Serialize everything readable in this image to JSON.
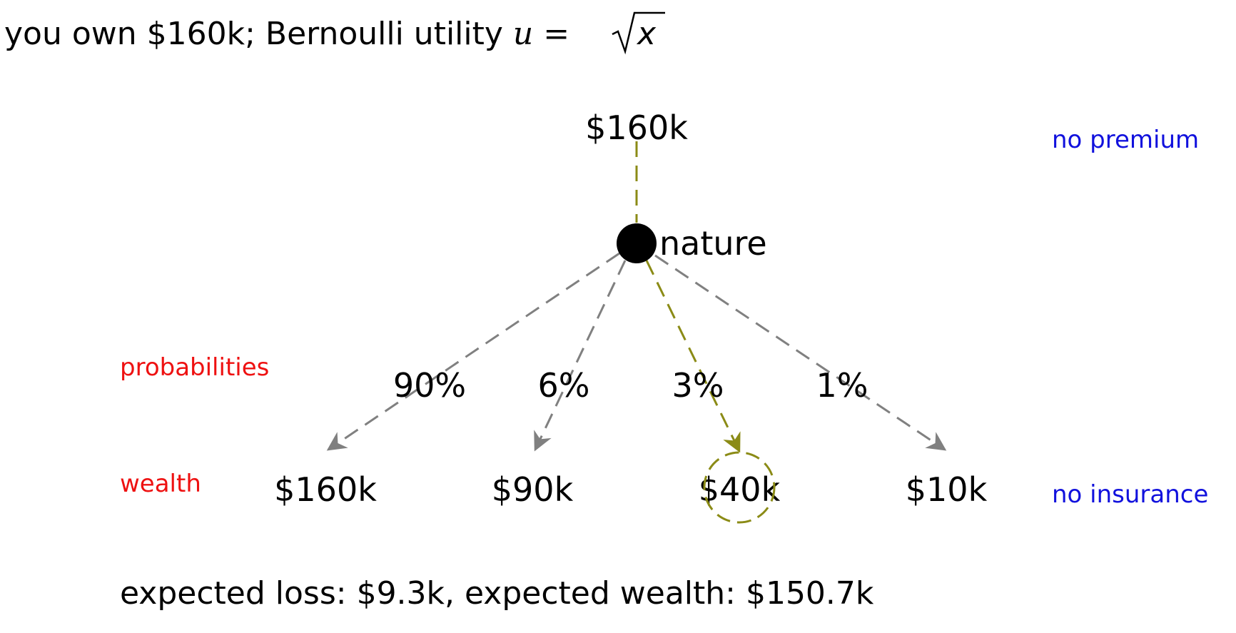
{
  "title": {
    "text": "you own $160k; Bernoulli utility ",
    "math_var": "u",
    "math_eq": " = ",
    "math_arg": "x"
  },
  "tree": {
    "root_label": "$160k",
    "nature_label": "nature",
    "branches": [
      {
        "probability": "90%",
        "wealth": "$160k",
        "highlight": false
      },
      {
        "probability": "6%",
        "wealth": "$90k",
        "highlight": false
      },
      {
        "probability": "3%",
        "wealth": "$40k",
        "highlight": true
      },
      {
        "probability": "1%",
        "wealth": "$10k",
        "highlight": false
      }
    ]
  },
  "side_labels": {
    "probabilities": "probabilities",
    "wealth": "wealth",
    "no_premium": "no premium",
    "no_insurance": "no insurance"
  },
  "summary": "expected loss: $9.3k, expected wealth: $150.7k",
  "colors": {
    "highlight": "#8b8b16",
    "branch": "#808080",
    "red_label": "#ee1111",
    "blue_label": "#1111dd",
    "node": "#000000"
  }
}
